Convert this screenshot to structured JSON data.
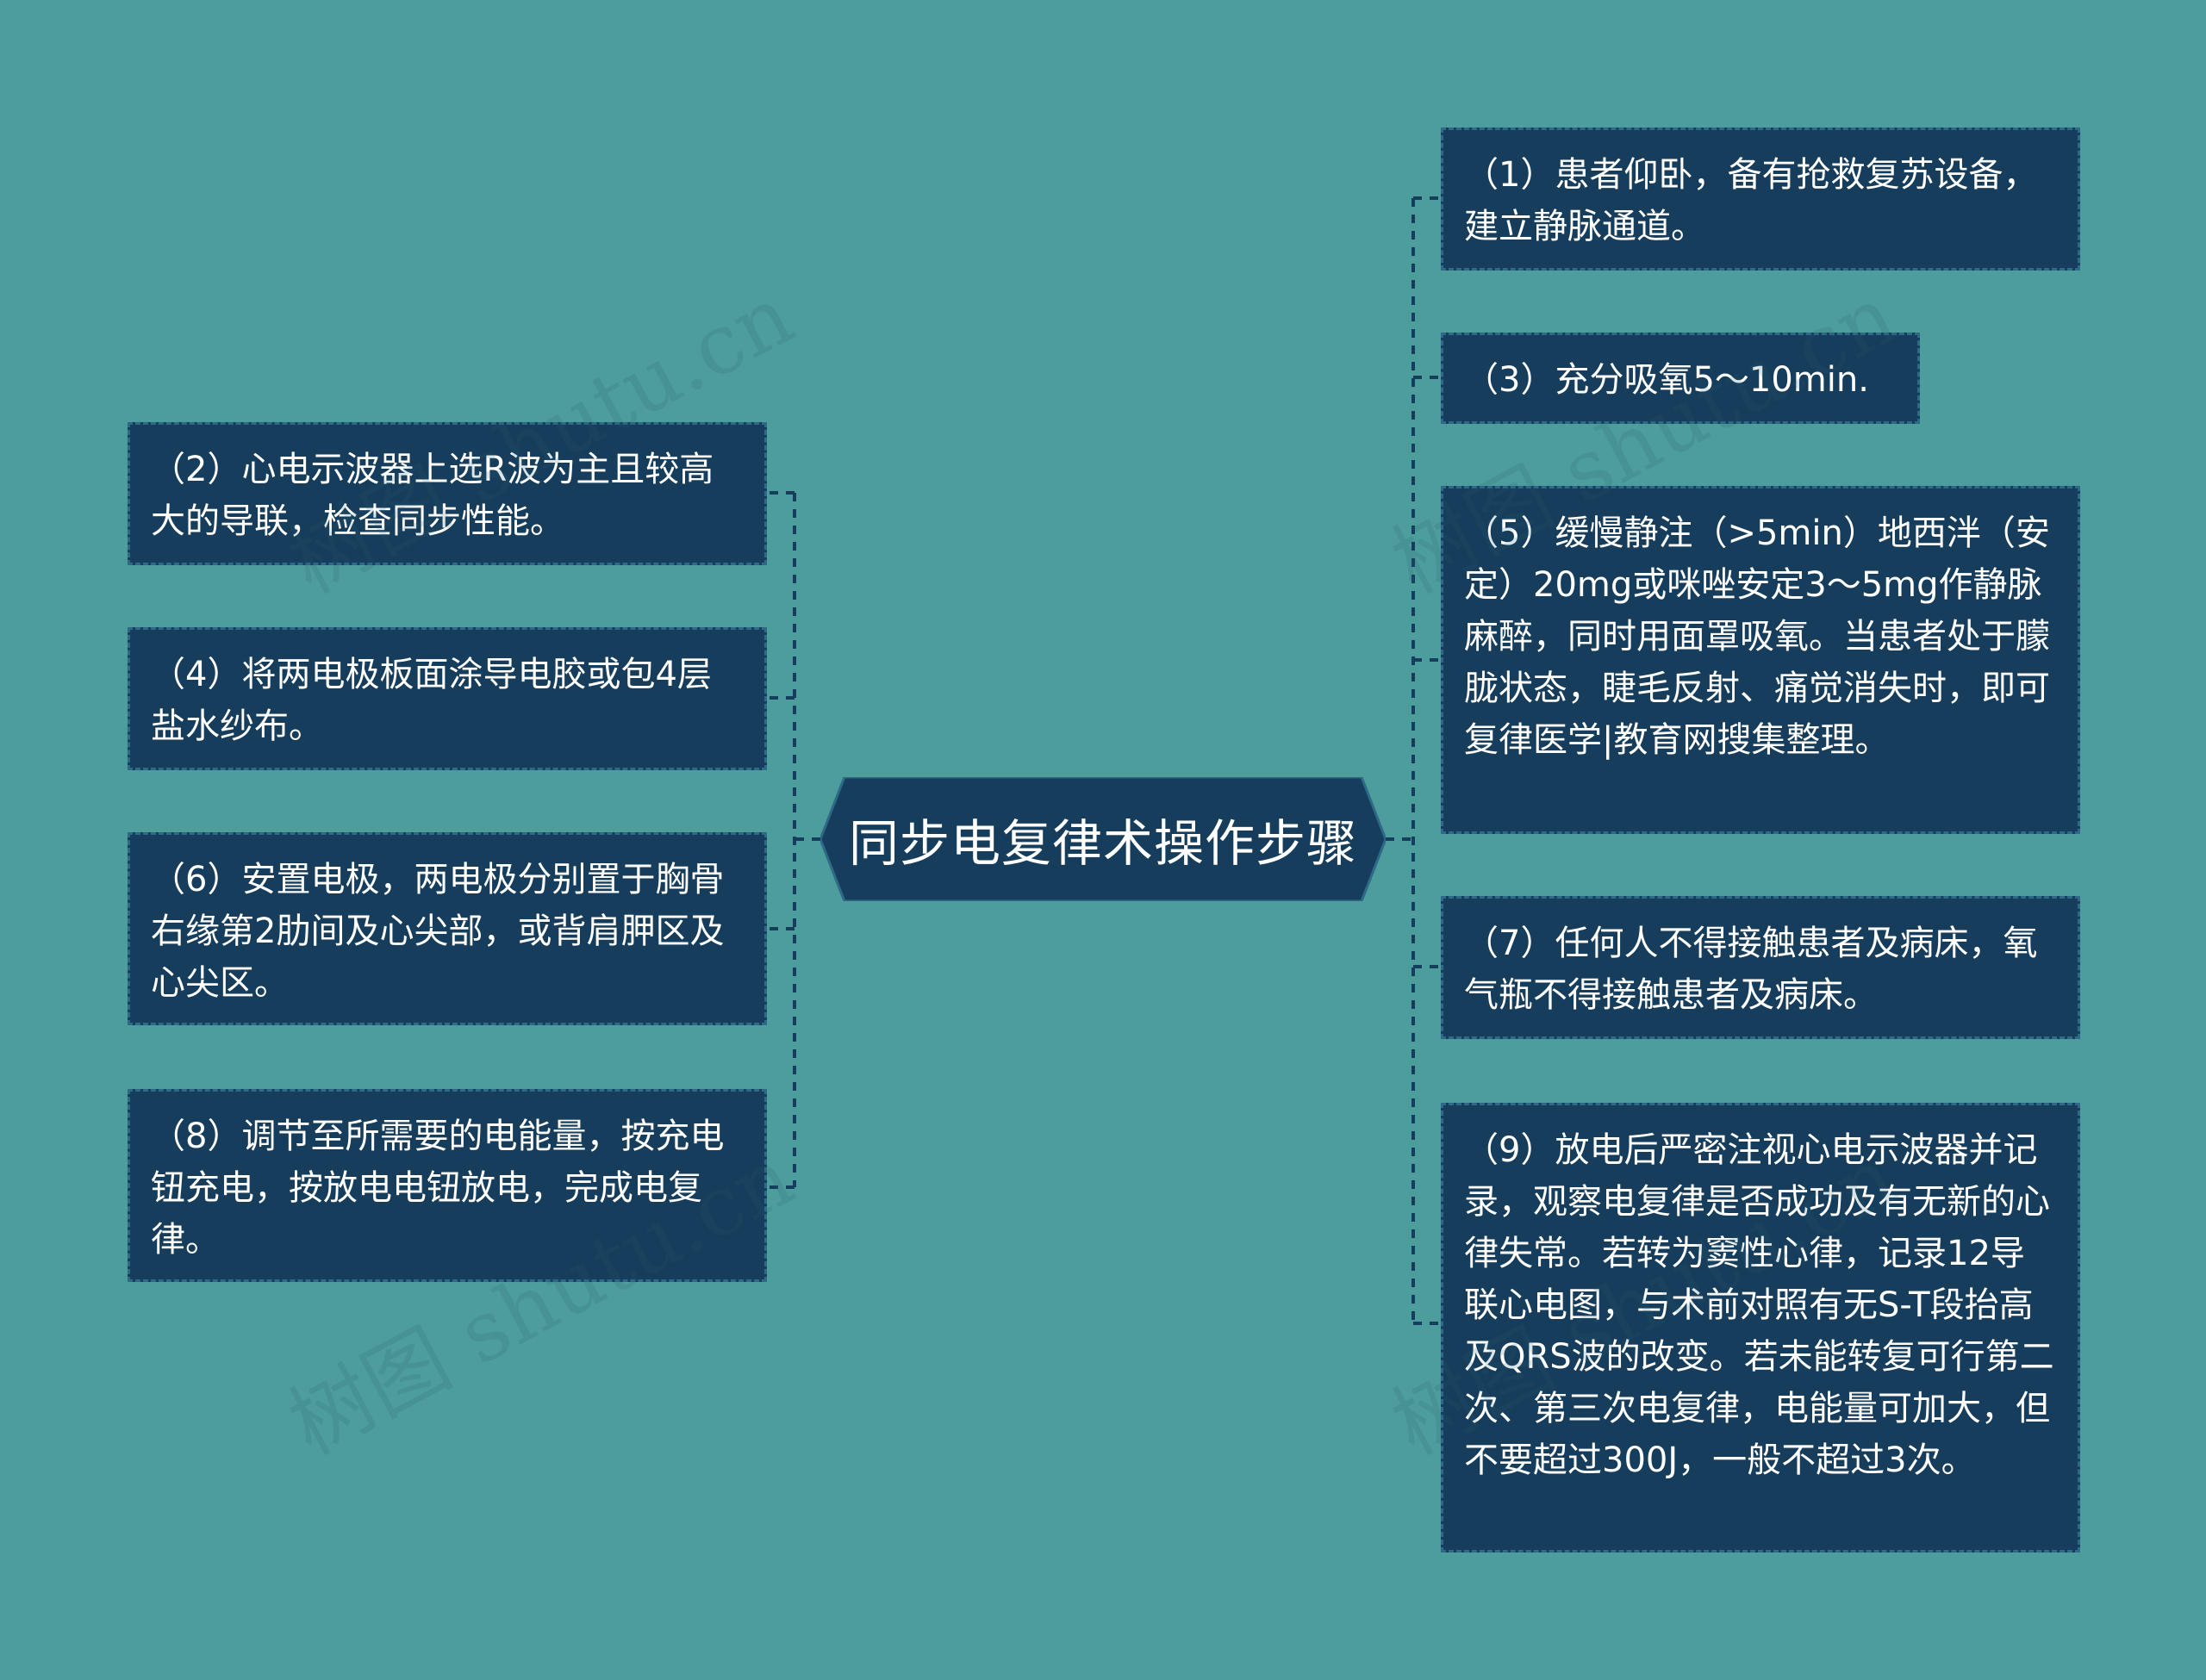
{
  "root": {
    "title": "同步电复律术操作步骤"
  },
  "left_nodes": [
    {
      "text": "（2）心电示波器上选R波为主且较高大的导联，检查同步性能。"
    },
    {
      "text": "（4）将两电极板面涂导电胶或包4层盐水纱布。"
    },
    {
      "text": "（6）安置电极，两电极分别置于胸骨右缘第2肋间及心尖部，或背肩胛区及心尖区。"
    },
    {
      "text": "（8）调节至所需要的电能量，按充电钮充电，按放电电钮放电，完成电复律。"
    }
  ],
  "right_nodes": [
    {
      "text": "（1）患者仰卧，备有抢救复苏设备，建立静脉通道。"
    },
    {
      "text": "（3）充分吸氧5～10min."
    },
    {
      "text": "（5）缓慢静注（>5min）地西泮（安定）20mg或咪唑安定3～5mg作静脉麻醉，同时用面罩吸氧。当患者处于朦胧状态，睫毛反射、痛觉消失时，即可复律医学|教育网搜集整理。"
    },
    {
      "text": "（7）任何人不得接触患者及病床，氧气瓶不得接触患者及病床。"
    },
    {
      "text": "（9）放电后严密注视心电示波器并记录，观察电复律是否成功及有无新的心律失常。若转为窦性心律，记录12导联心电图，与术前对照有无S-T段抬高及QRS波的改变。若未能转复可行第二次、第三次电复律，电能量可加大，但不要超过300J，一般不超过3次。"
    }
  ],
  "watermarks": [
    "树图 shutu.cn",
    "树图 shutu.cn",
    "树图 shutu.cn",
    "树图 shutu.cn"
  ],
  "colors": {
    "background": "#4e9d9d",
    "node_fill": "#173d5c",
    "node_border": "#2e6a88",
    "connector": "#173d5c",
    "text": "#ffffff"
  }
}
